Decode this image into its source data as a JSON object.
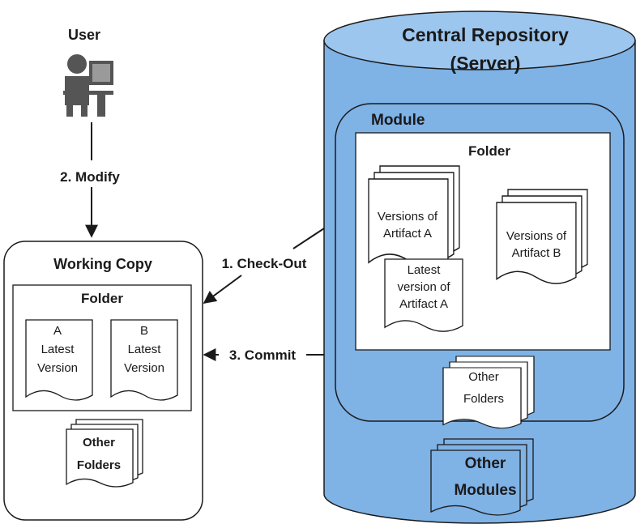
{
  "user": {
    "label": "User",
    "icon": "user-at-computer-icon"
  },
  "edges": {
    "modify": "2. Modify",
    "checkout": "1. Check-Out",
    "commit": "3. Commit"
  },
  "repository": {
    "title_line1": "Central Repository",
    "title_line2": "(Server)",
    "module_label": "Module",
    "folder_label": "Folder",
    "versions_a": [
      "Versions of",
      "Artifact A"
    ],
    "latest_a": [
      "Latest",
      "version of",
      "Artifact A"
    ],
    "versions_b": [
      "Versions of",
      "Artifact B"
    ],
    "other_folders": [
      "Other",
      "Folders"
    ],
    "other_modules": [
      "Other",
      "Modules"
    ]
  },
  "working_copy": {
    "title": "Working Copy",
    "folder_label": "Folder",
    "doc_a": [
      "A",
      "Latest",
      "Version"
    ],
    "doc_b": [
      "B",
      "Latest",
      "Version"
    ],
    "other_folders": [
      "Other",
      "Folders"
    ]
  },
  "colors": {
    "cylinder_fill": "#7fb2e5",
    "cylinder_top": "#9cc6ee",
    "stroke": "#1a1a1a",
    "white": "#ffffff"
  }
}
